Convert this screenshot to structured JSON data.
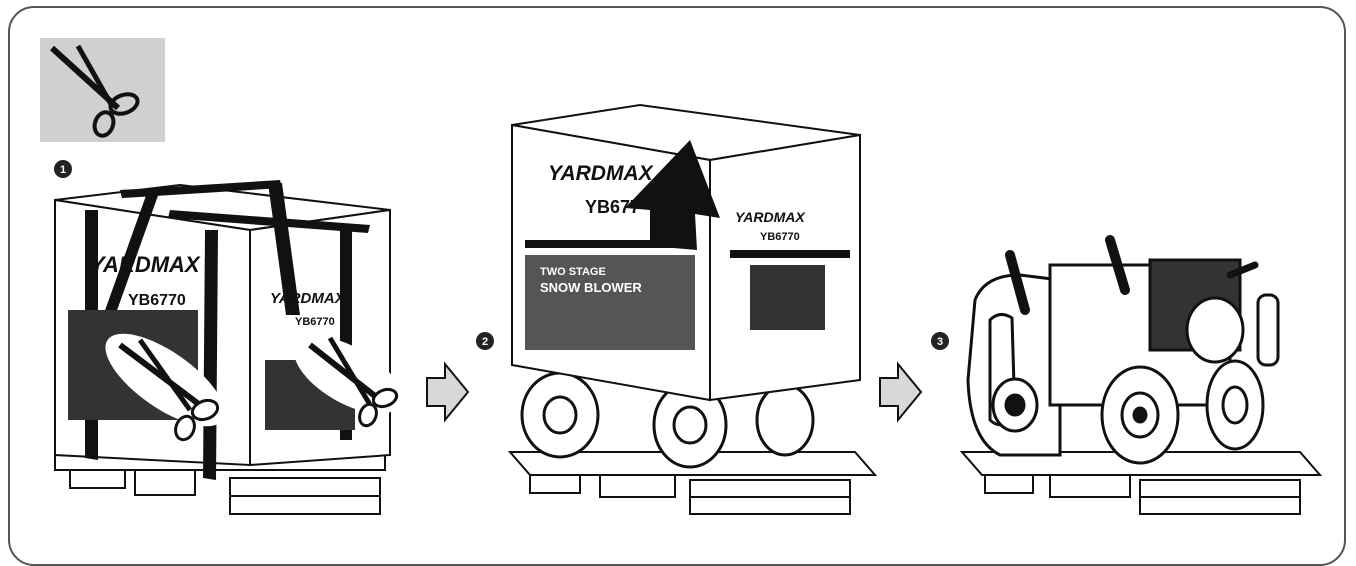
{
  "steps": [
    {
      "number": "1"
    },
    {
      "number": "2"
    },
    {
      "number": "3"
    }
  ],
  "box": {
    "brand": "YARDMAX",
    "model": "YB6770",
    "model_partial": "YB677",
    "side_panel_line1": "TWO STAGE",
    "side_panel_line2": "SNOW BLOWER"
  },
  "icons": {
    "cut": "scissors-icon",
    "lift": "up-arrow-icon",
    "next": "right-arrow-icon"
  },
  "colors": {
    "frame": "#555555",
    "scissors_bg": "#d0d0d0",
    "ink": "#111111",
    "arrow_fill": "#d8d8d8"
  }
}
